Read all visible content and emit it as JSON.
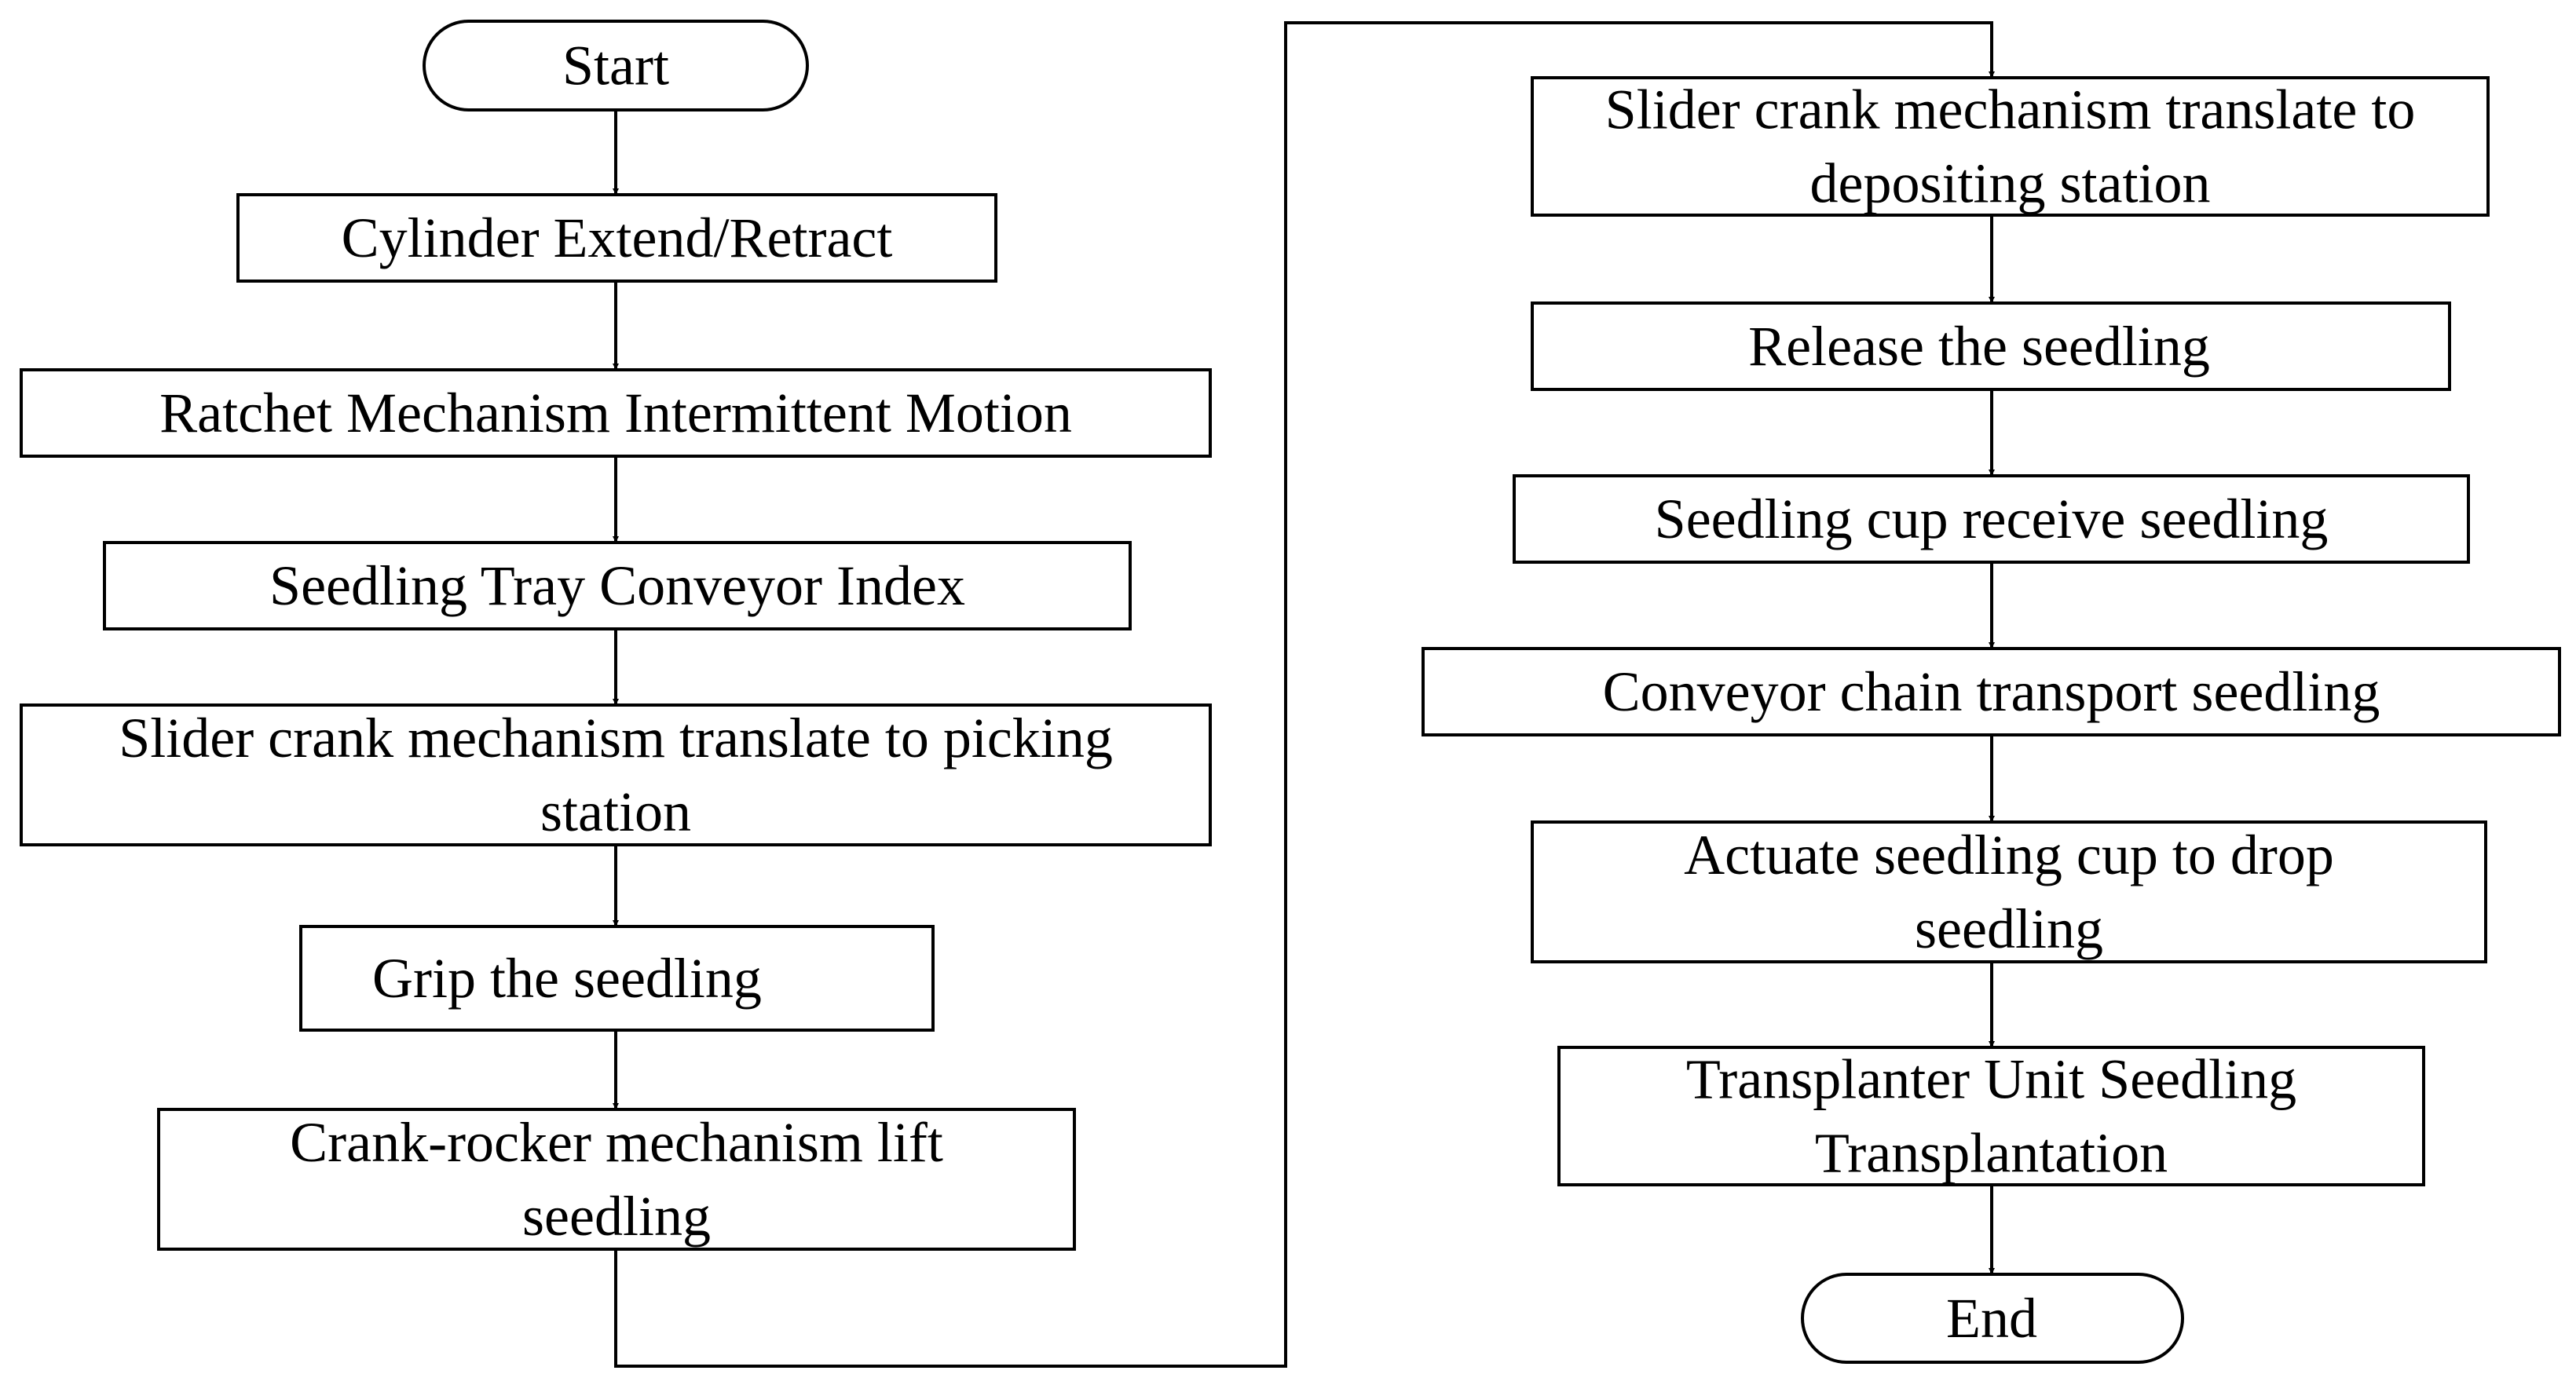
{
  "flowchart": {
    "start": "Start",
    "end": "End",
    "steps": [
      {
        "lines": [
          "Cylinder Extend/Retract"
        ]
      },
      {
        "lines": [
          "Ratchet Mechanism Intermittent Motion"
        ]
      },
      {
        "lines": [
          "Seedling Tray Conveyor Index"
        ]
      },
      {
        "lines": [
          "Slider crank mechanism translate to picking",
          "station"
        ]
      },
      {
        "lines": [
          "Grip the seedling"
        ]
      },
      {
        "lines": [
          "Crank-rocker mechanism lift",
          "seedling"
        ]
      },
      {
        "lines": [
          "Slider crank mechanism translate to",
          "depositing station"
        ]
      },
      {
        "lines": [
          "Release the seedling"
        ]
      },
      {
        "lines": [
          "Seedling cup receive seedling"
        ]
      },
      {
        "lines": [
          "Conveyor chain transport seedling"
        ]
      },
      {
        "lines": [
          "Actuate seedling cup to drop",
          "seedling"
        ]
      },
      {
        "lines": [
          "Transplanter Unit Seedling",
          "Transplantation"
        ]
      }
    ]
  }
}
